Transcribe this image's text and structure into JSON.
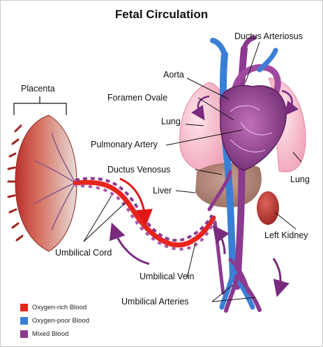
{
  "title": "Fetal Circulation",
  "labels": {
    "placenta": "Placenta",
    "ductus_arteriosus": "Ductus Arteriosus",
    "aorta": "Aorta",
    "foramen_ovale": "Foramen Ovale",
    "lung_left_side": "Lung",
    "pulmonary_artery": "Pulmonary Artery",
    "ductus_venosus": "Ductus Venosus",
    "liver": "Liver",
    "lung_right_side": "Lung",
    "left_kidney": "Left Kidney",
    "umbilical_cord": "Umbilical Cord",
    "umbilical_vein": "Umbilical Vein",
    "umbilical_arteries": "Umbilical Arteries"
  },
  "legend": [
    {
      "label": "Oxygen-rich Blood",
      "color": "#e8241c"
    },
    {
      "label": "Oxygen-poor Blood",
      "color": "#3a7fd5"
    },
    {
      "label": "Mixed Blood",
      "color": "#8b3a8f"
    }
  ],
  "colors": {
    "oxygen_rich": "#e8241c",
    "oxygen_poor": "#3a7fd5",
    "mixed": "#8b3a8f",
    "lung": "#f5b8c8",
    "liver": "#a07060",
    "kidney": "#b83a30",
    "placenta": "#c0403a",
    "arrow_red": "#e01818",
    "arrow_purple": "#7a2a7e"
  }
}
